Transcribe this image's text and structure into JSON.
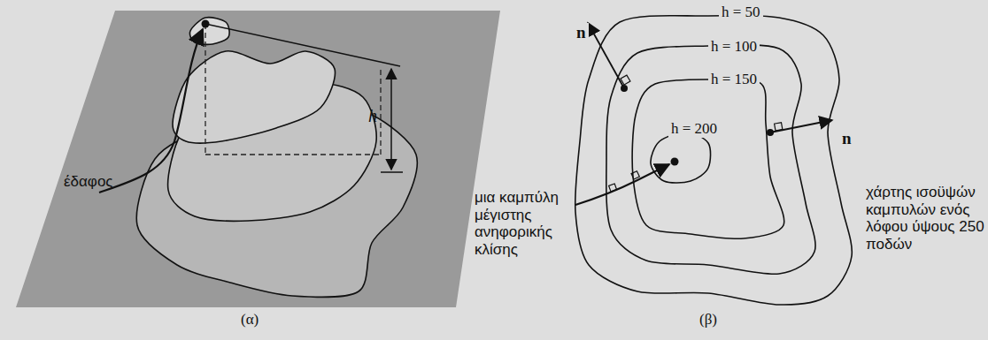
{
  "diagram": {
    "labels": [
      "h",
      "έδαφος",
      "(α)",
      "n",
      "h = 50",
      "h = 100",
      "h = 150",
      "h = 200",
      "n",
      "μια καμπύλη μέγιστης ανηφορικής κλίσης",
      "χάρτης ισοϋψών καμπυλών ενός λόφου ύψους 250 ποδών",
      "(β)"
    ]
  }
}
